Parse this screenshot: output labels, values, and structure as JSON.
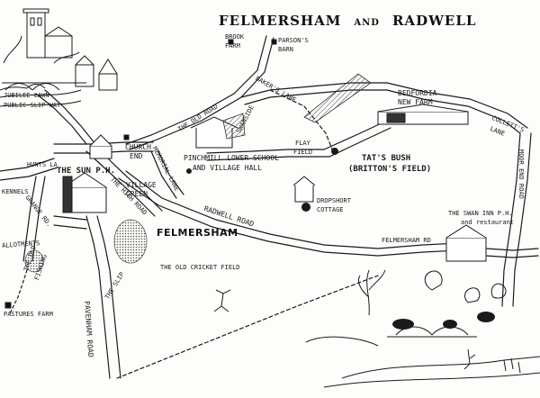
{
  "title": {
    "part1": "FELMERSHAM",
    "connector": "AND",
    "part2": "RADWELL"
  },
  "labels": {
    "brook_farm": [
      "BROOK",
      "FARM"
    ],
    "parsons_barn": [
      "PARSON'S",
      "BARN"
    ],
    "bedfordia": [
      "BEDFORDIA",
      "NEW FARM"
    ],
    "bakers_lane": "BAKER'S LANE",
    "the_old_road": "THE OLD ROAD",
    "swanside": "SWANSIDE",
    "flay_field": [
      "FLAY",
      "FIELD"
    ],
    "tats_bush": "TAT'S BUSH",
    "brittons_field": "(BRITTON'S FIELD)",
    "colletts_lane": [
      "COLLETT'S",
      "LANE"
    ],
    "moor_end_road": "MOOR END ROAD",
    "jubilee_lawn": "JUBILEE LAWN",
    "public_slip_way": "PUBLIC SLIP WAY",
    "church": "CHURCH",
    "end": "END",
    "huts_la": "HUNTS LA",
    "the_sun_ph": "THE SUN P.H.",
    "memorial_lane": "MEMORIAL LANE",
    "pinchmill": "PINCHMILL LOWER SCHOOL",
    "village_hall": "AND VILLAGE HALL",
    "dropshort": [
      "DROPSHORT",
      "COTTAGE"
    ],
    "swan_inn": "THE SWAN INN P.H.",
    "restaurant": "and restaurant",
    "kennels": "KENNELS",
    "village_green": [
      "VILLAGE",
      "GREEN"
    ],
    "the_high_road": "THE HIGH ROAD",
    "radwell_road": "RADWELL ROAD",
    "felmersham_rd": "FELMERSHAM RD",
    "grange_rd": "GRANGE RD.",
    "felmersham": "FELMERSHAM",
    "allotments": "ALLOTMENTS",
    "the_old_cricket_field": "THE OLD CRICKET FIELD",
    "the_slip": "THE SLIP",
    "pavenham_road": "PAVENHAM ROAD",
    "pastures_farm": "PASTURES FARM",
    "the_old": "THE OLD",
    "fishing": "FISHING"
  },
  "colors": {
    "ink": "#1a1a1a",
    "paper": "#fdfdfb",
    "shade": "#8a8a8a"
  }
}
